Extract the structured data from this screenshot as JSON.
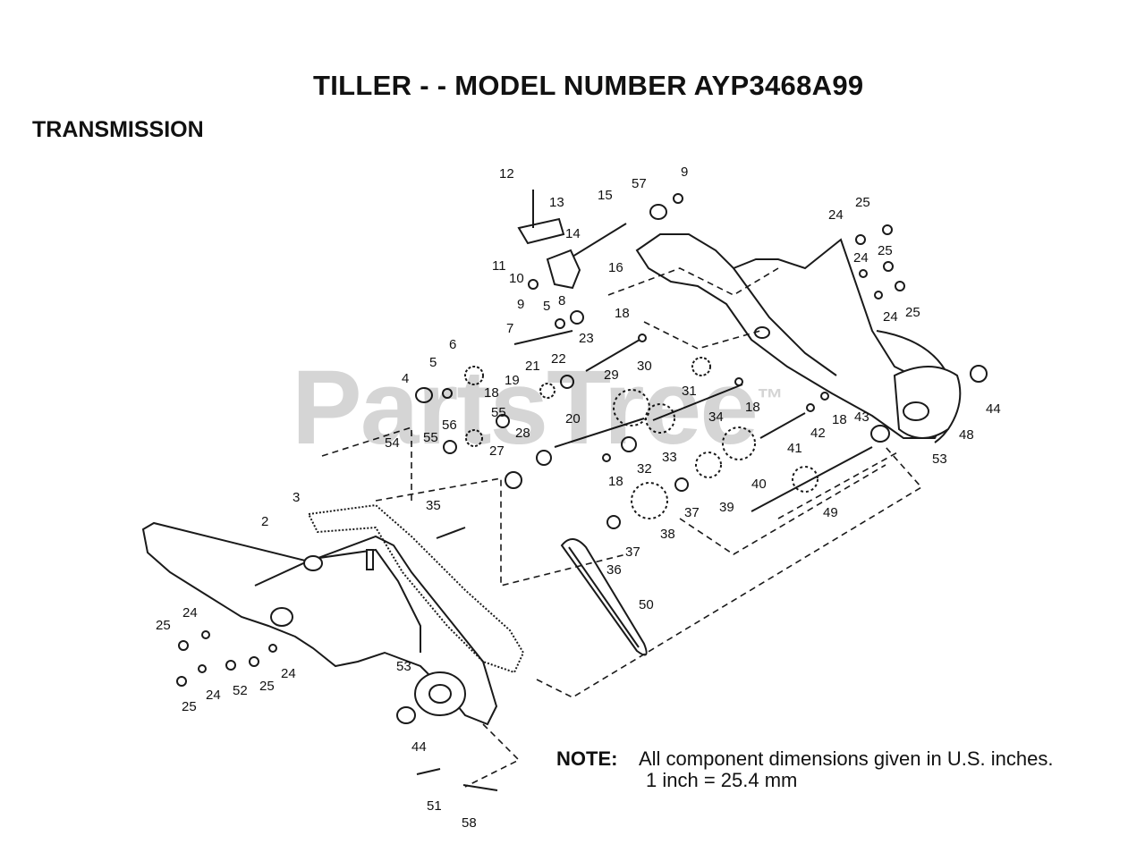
{
  "title": "TILLER - - MODEL NUMBER AYP3468A99",
  "section": "TRANSMISSION",
  "watermark": {
    "text": "PartsTree",
    "mark": "™"
  },
  "note": {
    "label": "NOTE:",
    "line1": "All component dimensions given in U.S. inches.",
    "line2": "1 inch = 25.4 mm"
  },
  "callouts": {
    "c12": "12",
    "c13": "13",
    "c15": "15",
    "c57": "57",
    "c9a": "9",
    "c14": "14",
    "c11": "11",
    "c10": "10",
    "c9b": "9",
    "c16": "16",
    "c8": "8",
    "c5a": "5",
    "c7": "7",
    "c18a": "18",
    "c23": "23",
    "c4": "4",
    "c5b": "5",
    "c6": "6",
    "c21": "21",
    "c22": "22",
    "c29": "29",
    "c30": "30",
    "c31": "31",
    "c18b": "18",
    "c19": "19",
    "c55a": "55",
    "c56": "56",
    "c55b": "55",
    "c54": "54",
    "c20": "20",
    "c34": "34",
    "c18c": "18",
    "c28": "28",
    "c27": "27",
    "c33": "33",
    "c32": "32",
    "c18d": "18",
    "c41": "41",
    "c42": "42",
    "c18e": "18",
    "c43": "43",
    "c40": "40",
    "c3": "3",
    "c35": "35",
    "c2": "2",
    "c39": "39",
    "c37a": "37",
    "c38": "38",
    "c37b": "37",
    "c36": "36",
    "c49": "49",
    "c50": "50",
    "c24a": "24",
    "c25a": "25",
    "c24b": "24",
    "c25b": "25",
    "c24c": "24",
    "c25c": "25",
    "c44a": "44",
    "c48": "48",
    "c53a": "53",
    "c25d": "25",
    "c24d": "24",
    "c53b": "53",
    "c25e": "25",
    "c24e": "24",
    "c52": "52",
    "c25f": "25",
    "c24f": "24",
    "c44b": "44",
    "c51": "51",
    "c58": "58"
  }
}
